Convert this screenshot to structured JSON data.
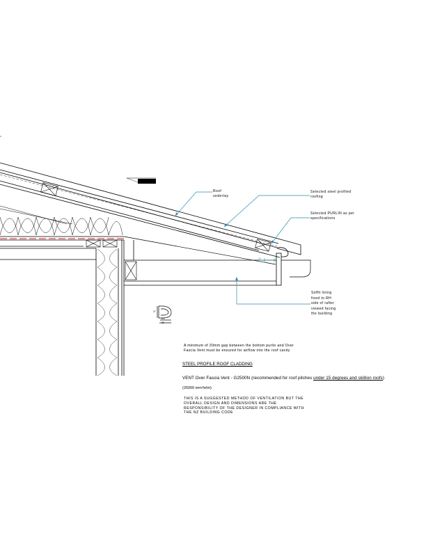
{
  "callouts": {
    "underlay": [
      "Roof",
      "underlay"
    ],
    "roofing": [
      "Selected steel profiled",
      "roofing"
    ],
    "purlin": [
      "Selected PURLIN as per",
      "specifications"
    ],
    "soffit": [
      "Soffit lining",
      "fixed to RH",
      "side of rafter",
      "viewed facing",
      "the building"
    ]
  },
  "detail_labels": {
    "dim_a": "27",
    "dim_b": "8.5",
    "dim_c": "26"
  },
  "vent_dim": "20",
  "notes": {
    "gap_note": [
      "A minimum of 20mm gap between the bottom purlin and Over",
      "Fascia Vent must be ensured for airflow into the roof cavity"
    ],
    "section_title": "STEEL PROFILE ROOF CLADDING",
    "vent_line": {
      "lead": "VENT  Over Fascia Vent - G2500N  (recommended for roof pitches ",
      "emph": "under  15 degrees and skillion roofs",
      "tail": ")"
    },
    "airflow_rate": "(25000 mm²/elm)",
    "disclaimer": [
      "THIS IS A SUGGESTED METHOD OF VENTILATION BUT THE",
      "OVERALL DESIGN AND DIMENSIONS ARE THE",
      "RESPONSIBILITY OF THE DESIGNER IN COMPLIANCE WITH",
      "THE NZ BUILDING CODE"
    ]
  },
  "colors": {
    "leader": "#2a8fb0",
    "barrier": "#cc2222",
    "ink": "#000000"
  }
}
